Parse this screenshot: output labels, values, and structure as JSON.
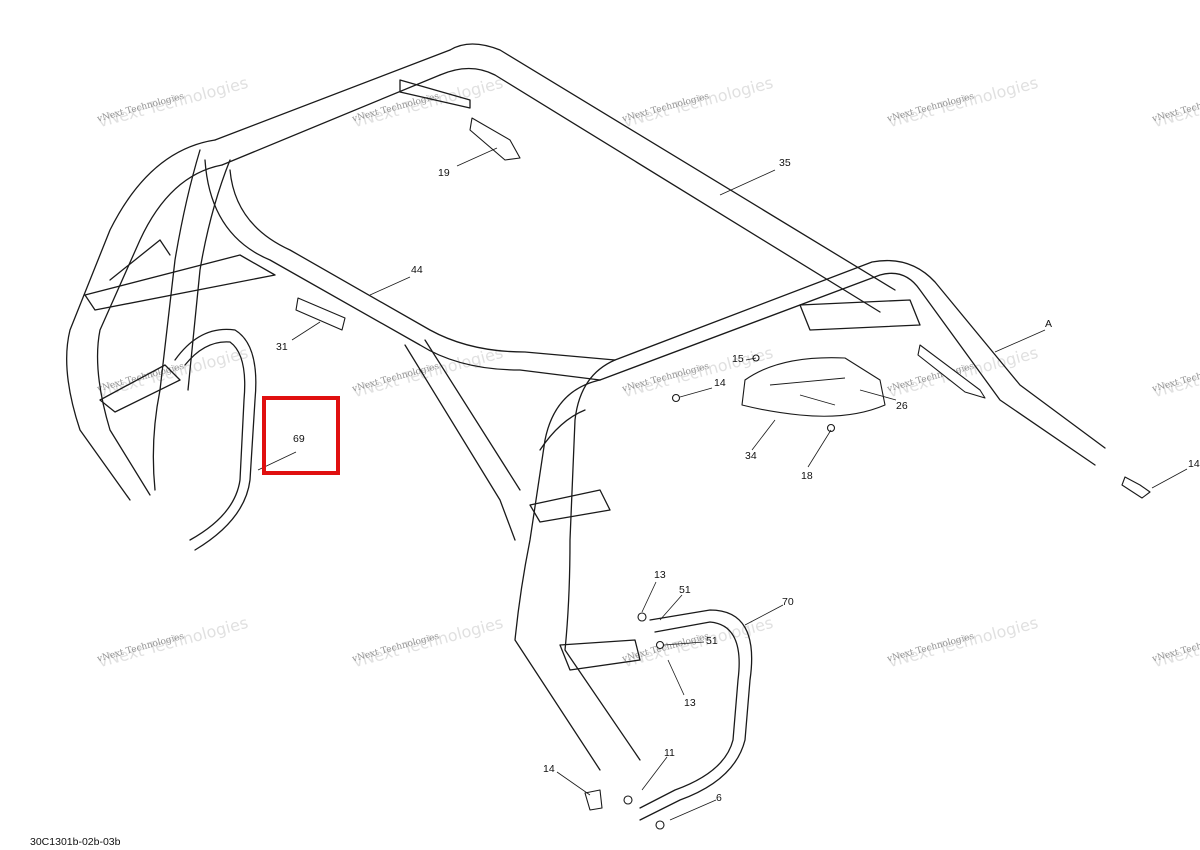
{
  "watermark": "vNext Technologies",
  "drawing_ref": "30C1301b-02b-03b",
  "highlight": {
    "label": "69",
    "color": "#e01010"
  },
  "callouts": [
    "19",
    "35",
    "44",
    "31",
    "69",
    "15",
    "14",
    "26",
    "34",
    "18",
    "A",
    "14",
    "13",
    "51",
    "51",
    "13",
    "70",
    "11",
    "14",
    "6"
  ]
}
